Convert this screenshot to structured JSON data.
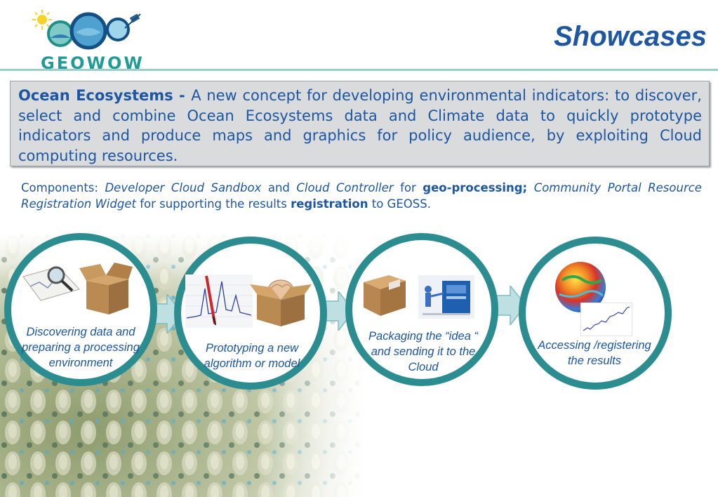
{
  "header": {
    "logo_text": "GEOWOW",
    "title": "Showcases"
  },
  "info": {
    "lead": "Ocean Ecosystems - ",
    "body": "A new concept for developing environmental indicators: to discover, select and combine Ocean Ecosystems data and Climate data to quickly prototype indicators and produce maps and graphics for policy audience, by exploiting Cloud computing resources."
  },
  "components": {
    "t1": "Components: ",
    "i1": "Developer Cloud Sandbox",
    "t2": " and ",
    "i2": "Cloud Controller",
    "t3": " for ",
    "b1": "geo-processing;",
    "t4": " ",
    "i3": "Community Portal Resource Registration Widget",
    "t5": " for supporting the results ",
    "b2": "registration",
    "t6": " to GEOSS."
  },
  "steps": [
    {
      "label_lines": [
        "Discovering data and",
        "preparing a processing",
        "environment"
      ]
    },
    {
      "label_lines": [
        "Prototyping a new",
        "algorithm or model"
      ]
    },
    {
      "label_lines": [
        "Packaging the “idea “",
        "and sending it to the",
        "Cloud"
      ]
    },
    {
      "label_lines": [
        "Accessing /registering",
        "the results"
      ]
    }
  ],
  "colors": {
    "accent_blue": "#1d56a3",
    "teal_ring": "#2b8d8f",
    "arrow_fill": "#bfe0e3"
  },
  "icons": [
    "magnifier-icon",
    "box-icon",
    "chart-icon",
    "brain-box-icon",
    "package-icon",
    "cloud-server-icon",
    "globe-icon",
    "graph-icon"
  ]
}
